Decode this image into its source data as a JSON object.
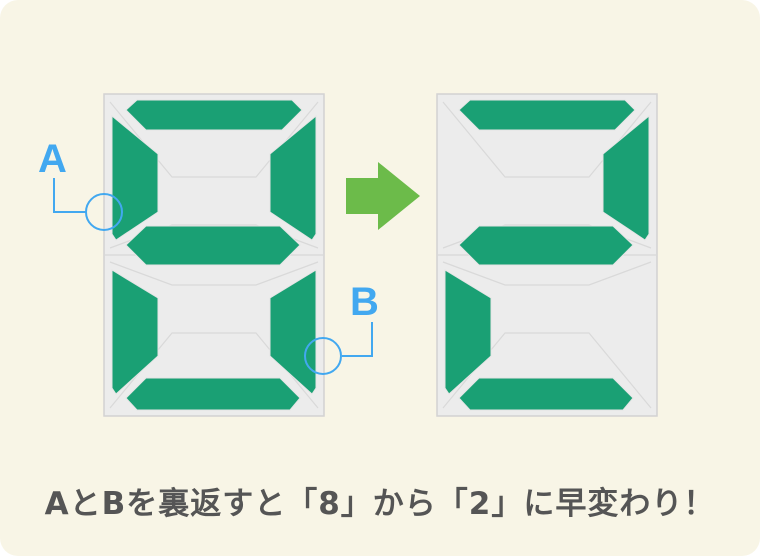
{
  "caption": "AとBを裏返すと「8」から「2」に早変わり！",
  "label_a": "A",
  "label_b": "B",
  "colors": {
    "background": "#f8f5e6",
    "segment_green": "#1aa074",
    "panel": "#ececec",
    "arrow_green": "#6cbb4a",
    "label_blue": "#42a8f0",
    "caption_text": "#555555"
  },
  "left_display": {
    "digit": "8",
    "lit_segments": [
      "a",
      "b",
      "c",
      "d",
      "e",
      "f",
      "g"
    ]
  },
  "right_display": {
    "digit": "2",
    "lit_segments": [
      "a",
      "b",
      "g",
      "e",
      "d"
    ]
  }
}
